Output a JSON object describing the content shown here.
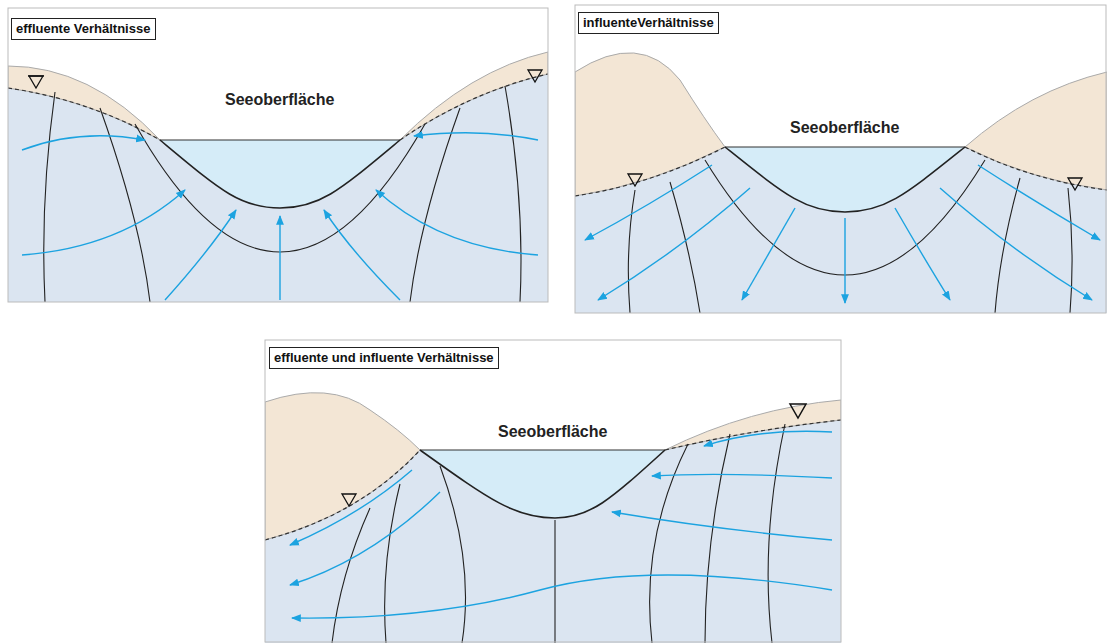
{
  "diagram": {
    "nodes": [
      {
        "text": [
          "effluente Verhältnisse"
        ]
      },
      {
        "text": [
          "influenteVerhältnisse"
        ]
      },
      {
        "text": [
          "effluente und influente Verhältnisse"
        ]
      }
    ],
    "edges": [],
    "labels": [
      "Seeoberfläche",
      "Seeoberfläche",
      "Seeoberfläche"
    ]
  }
}
